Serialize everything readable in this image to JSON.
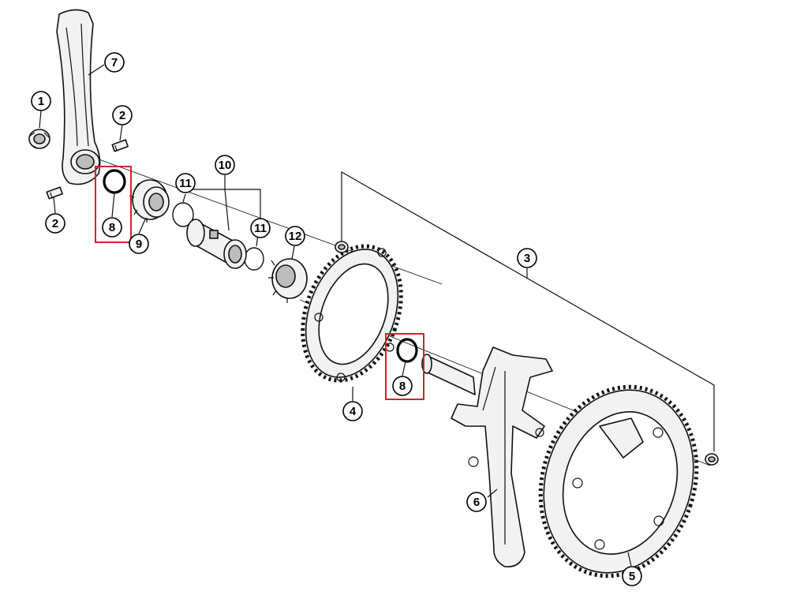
{
  "callouts": {
    "c1": "1",
    "c2a": "2",
    "c2b": "2",
    "c3": "3",
    "c4": "4",
    "c5": "5",
    "c6": "6",
    "c7": "7",
    "c8a": "8",
    "c8b": "8",
    "c9": "9",
    "c10": "10",
    "c11a": "11",
    "c11b": "11",
    "c12": "12"
  },
  "colors": {
    "highlight": "#d4222a",
    "line": "#111111",
    "background": "#ffffff"
  }
}
